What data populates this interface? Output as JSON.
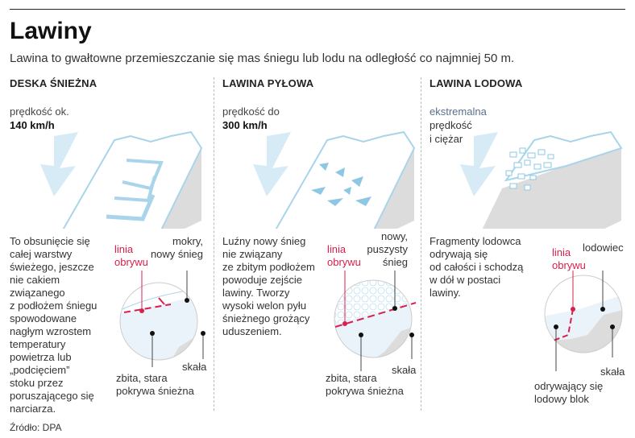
{
  "title": "Lawiny",
  "subtitle": "Lawina to gwałtowne przemieszczanie się mas śniegu lub lodu na odległość co najmniej 50 m.",
  "source": "Źródło: DPA",
  "colors": {
    "red": "#d9204d",
    "ice": "#a9d4ea",
    "snow": "#ffffff",
    "rock": "#dcdcdc"
  },
  "columns": [
    {
      "heading": "DESKA ŚNIEŻNA",
      "speed_label": "prędkość ok.",
      "speed_value": "140 km/h",
      "description": "To obsunięcie się\ncałej warstwy\nświeżego, jeszcze\nnie cakiem\nzwiązanego\nz podłożem śniegu\nspowodowane\nnagłym wzrostem\ntemperatury\npowietrza lub\n„podcięciem”\nstoku przez\nporuszającego się\nnarciarza.",
      "labels": {
        "break_line": "linia\nobrywu",
        "top": "mokry,\nnowy śnieg",
        "bottom": "zbita, stara\npokrywa śnieżna",
        "rock": "skała"
      }
    },
    {
      "heading": "LAWINA PYŁOWA",
      "speed_label": "prędkość do",
      "speed_value": "300 km/h",
      "description": "Luźny nowy śnieg\nnie związany\nze zbitym podłożem\npowoduje zejście\nlawiny. Tworzy\nwysoki welon pyłu\nśnieżnego grożący\nuduszeniem.",
      "labels": {
        "break_line": "linia\nobrywu",
        "top": "nowy,\npuszysty\nśnieg",
        "bottom": "zbita, stara\npokrywa śnieżna",
        "rock": "skała"
      }
    },
    {
      "heading": "LAWINA LODOWA",
      "speed_label": "ekstremalna",
      "speed_value": "prędkość\ni ciężar",
      "description": "Fragmenty lodowca\nodrywają się\nod całości i schodzą\nw dół w postaci\nlawiny.",
      "labels": {
        "break_line": "linia\nobrywu",
        "top": "lodowiec",
        "bottom": "odrywający się\nlodowy blok",
        "rock": "skała"
      }
    }
  ]
}
